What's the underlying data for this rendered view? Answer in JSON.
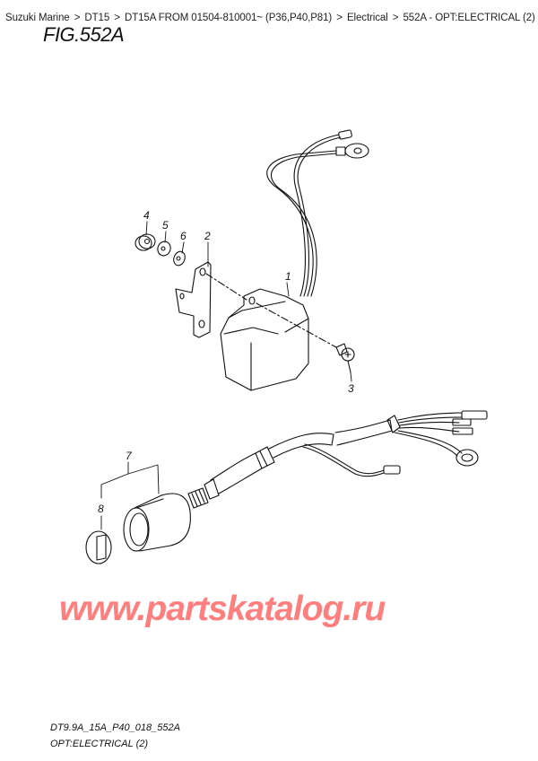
{
  "breadcrumb": {
    "items": [
      "Suzuki Marine",
      "DT15",
      "DT15A FROM 01504-810001~ (P36,P40,P81)",
      "Electrical",
      "552A - OPT:ELECTRICAL (2)"
    ],
    "separator": ">"
  },
  "figure": {
    "title": "FIG.552A",
    "callouts": [
      "1",
      "2",
      "3",
      "4",
      "5",
      "6",
      "7",
      "8"
    ]
  },
  "watermark": "www.partskatalog.ru",
  "footer": {
    "code": "DT9.9A_15A_P40_018_552A",
    "name": "OPT:ELECTRICAL (2)"
  },
  "colors": {
    "watermark": "#ff7e7e",
    "line": "#111111"
  }
}
